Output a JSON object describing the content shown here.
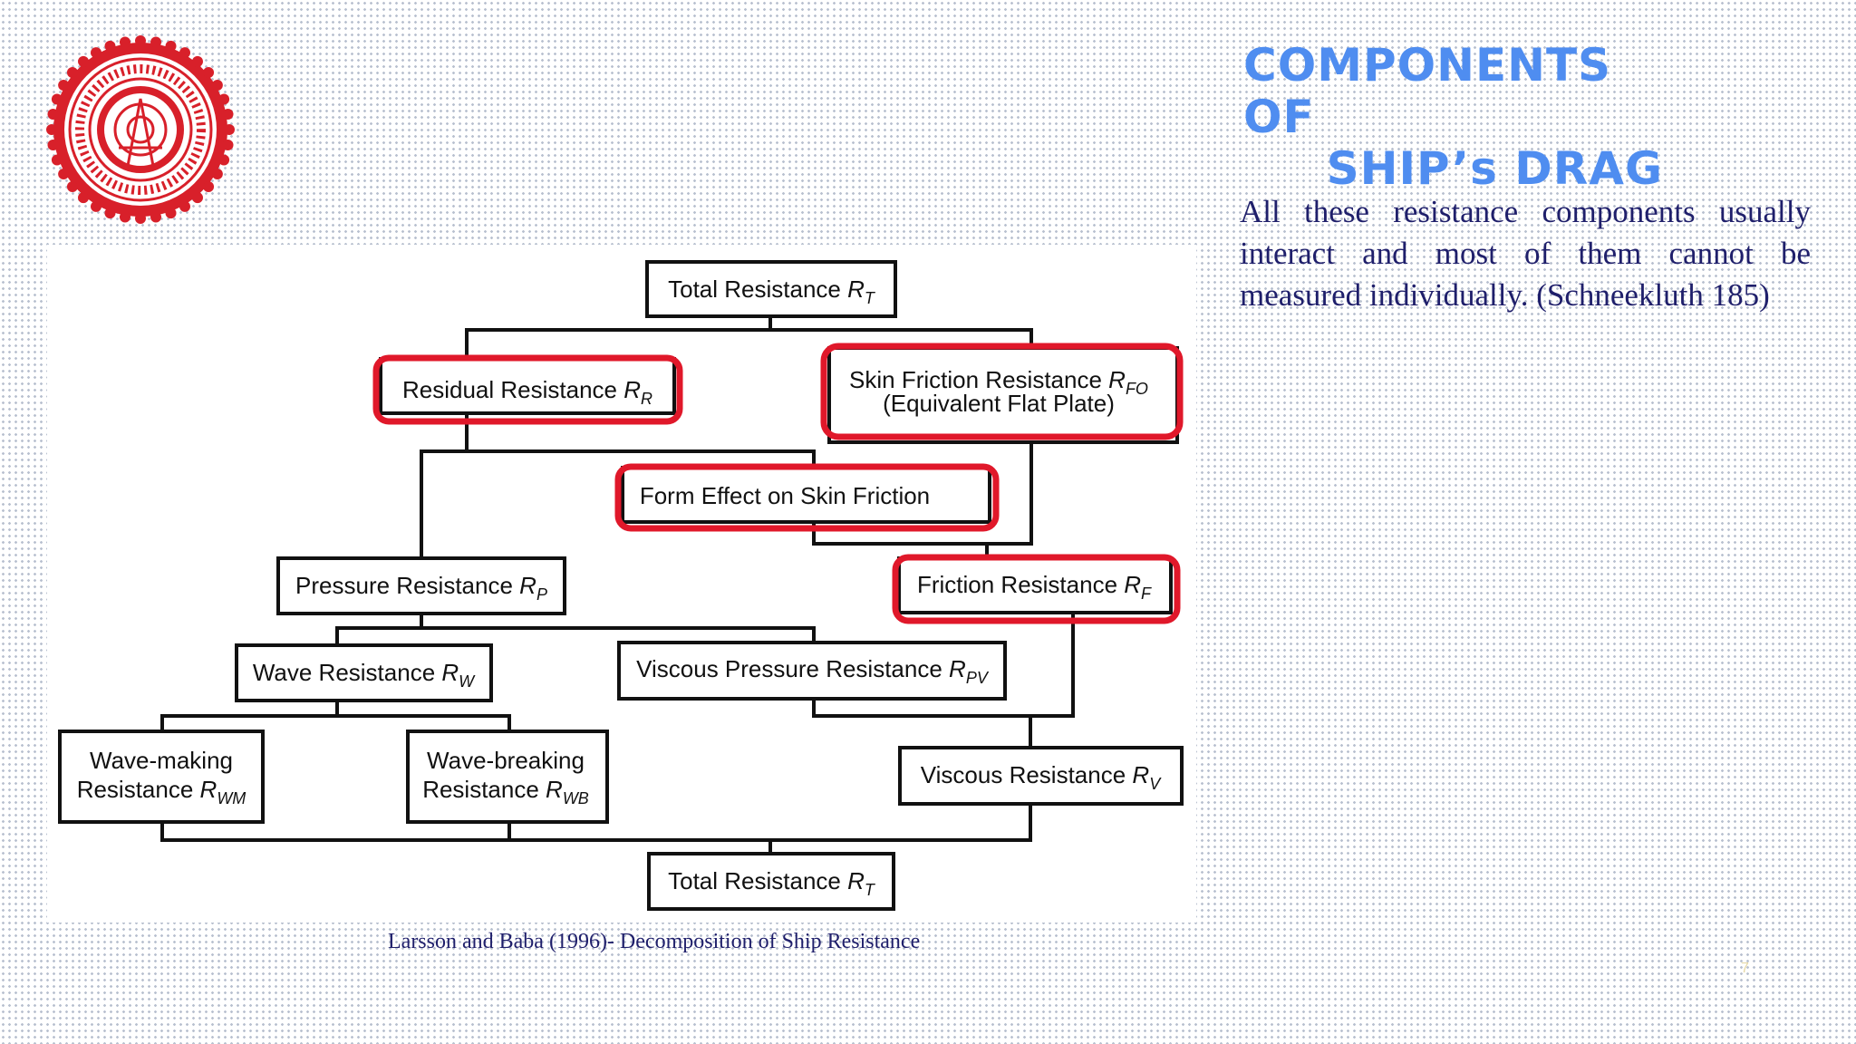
{
  "slide": {
    "title_line1": "COMPONENTS OF",
    "title_line2": "SHIP’s DRAG",
    "body": "All these resistance components usually interact and most of them cannot be measured individually. (Schneekluth 185)",
    "caption": "Larsson and Baba (1996)- Decomposition of Ship Resistance",
    "page_number": "7"
  },
  "colors": {
    "title": "#4f8df0",
    "highlight": "#e0182a",
    "body_text": "#1f1f6b"
  },
  "diagram": {
    "nodes": {
      "total_top": {
        "label": "Total Resistance ",
        "var": "R",
        "sub": "T"
      },
      "residual": {
        "label": "Residual Resistance ",
        "var": "R",
        "sub": "R",
        "highlighted": true
      },
      "skin_friction": {
        "label": "Skin Friction Resistance ",
        "var": "R",
        "sub": "FO",
        "line2": "(Equivalent Flat Plate)",
        "highlighted": true
      },
      "form_effect": {
        "label": "Form Effect on Skin Friction",
        "highlighted": true
      },
      "pressure": {
        "label": "Pressure Resistance ",
        "var": "R",
        "sub": "P"
      },
      "friction": {
        "label": "Friction Resistance ",
        "var": "R",
        "sub": "F",
        "highlighted": true
      },
      "wave": {
        "label": "Wave Resistance ",
        "var": "R",
        "sub": "W"
      },
      "viscous_pressure": {
        "label": "Viscous Pressure Resistance ",
        "var": "R",
        "sub": "PV"
      },
      "wave_making": {
        "line1": "Wave-making",
        "label": "Resistance ",
        "var": "R",
        "sub": "WM"
      },
      "wave_breaking": {
        "line1": "Wave-breaking",
        "label": "Resistance ",
        "var": "R",
        "sub": "WB"
      },
      "viscous": {
        "label": "Viscous Resistance ",
        "var": "R",
        "sub": "V"
      },
      "total_bottom": {
        "label": "Total Resistance ",
        "var": "R",
        "sub": "T"
      }
    }
  }
}
